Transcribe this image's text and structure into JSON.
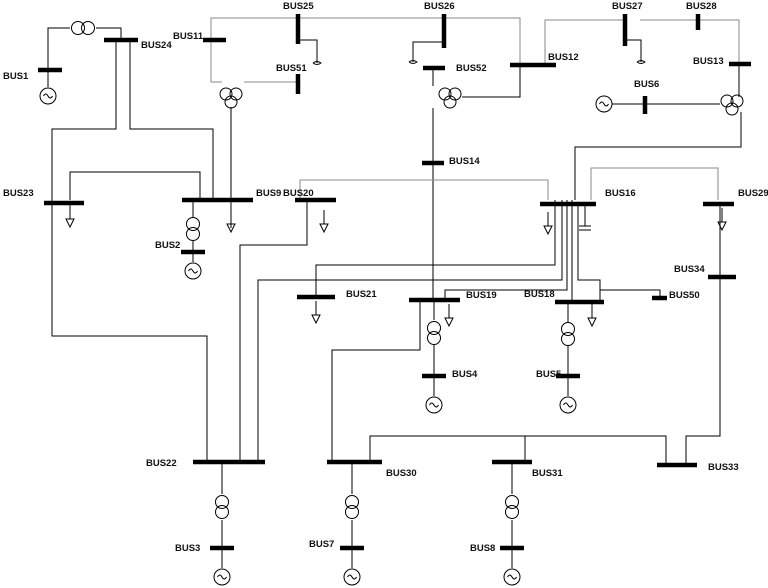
{
  "diagram": {
    "buses": [
      "BUS1",
      "BUS2",
      "BUS3",
      "BUS4",
      "BUS5",
      "BUS6",
      "BUS7",
      "BUS8",
      "BUS9",
      "BUS11",
      "BUS12",
      "BUS13",
      "BUS14",
      "BUS16",
      "BUS18",
      "BUS19",
      "BUS20",
      "BUS21",
      "BUS22",
      "BUS23",
      "BUS24",
      "BUS25",
      "BUS26",
      "BUS27",
      "BUS28",
      "BUS29",
      "BUS30",
      "BUS31",
      "BUS33",
      "BUS34",
      "BUS50",
      "BUS51",
      "BUS52"
    ],
    "generator_buses": [
      "BUS1",
      "BUS2",
      "BUS3",
      "BUS4",
      "BUS5",
      "BUS6",
      "BUS7",
      "BUS8"
    ],
    "load_buses": [
      "BUS9",
      "BUS16",
      "BUS18",
      "BUS19",
      "BUS20",
      "BUS21",
      "BUS23",
      "BUS29"
    ],
    "capacitor_buses": [
      "BUS16"
    ],
    "three_winding_transformers": [
      "BUS51",
      "BUS52",
      "BUS13"
    ]
  }
}
